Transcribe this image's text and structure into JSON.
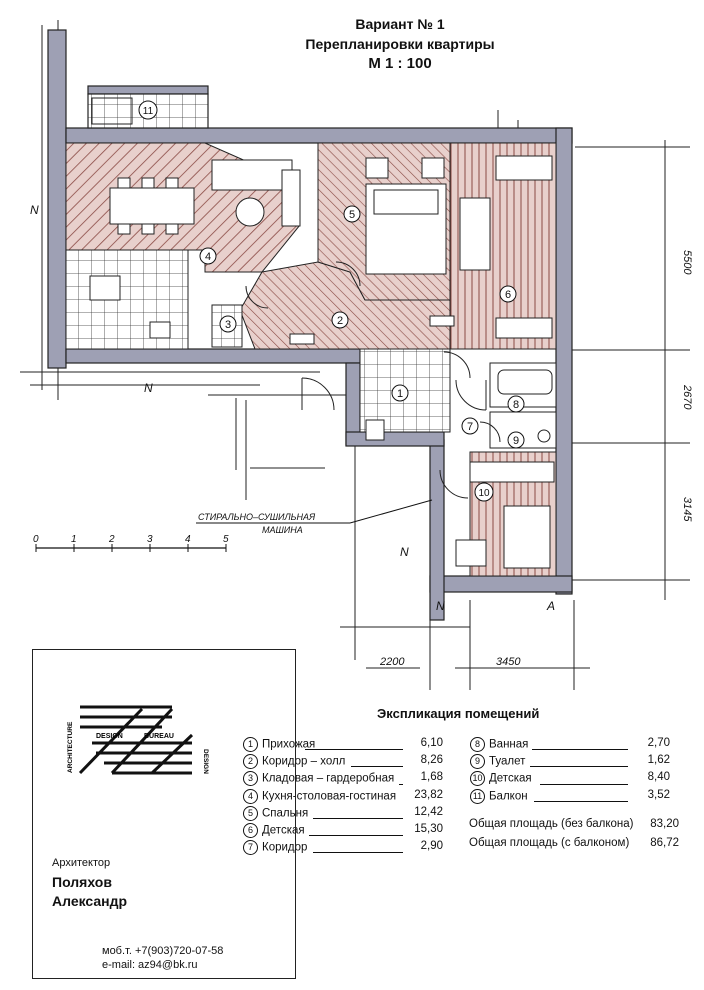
{
  "header": {
    "line1": "Вариант № 1",
    "line2": "Перепланировки квартиры",
    "line3": "М 1 : 100"
  },
  "plan": {
    "room_numbers": [
      "1",
      "2",
      "3",
      "4",
      "5",
      "6",
      "7",
      "8",
      "9",
      "10",
      "11"
    ],
    "dimensions": {
      "right_top": "5500",
      "right_middle": "2670",
      "right_bottom": "3145",
      "bottom_left": "2200",
      "bottom_right": "3450"
    },
    "scale_ticks": [
      "0",
      "1",
      "2",
      "3",
      "4",
      "5"
    ],
    "axis_marks": {
      "left": "N",
      "mid_left": "N",
      "mid_right": "N",
      "bottom": "N",
      "bottom_right": "A"
    },
    "annotation": [
      "СТИРАЛЬНО–СУШИЛЬНАЯ",
      "МАШИНА"
    ],
    "colors": {
      "hatch_fill": "#e8d0cc",
      "hatch_line": "#8a4a44",
      "wall_fill": "#9ea0b4",
      "tile_line": "#333333",
      "ink": "#111111"
    }
  },
  "legend": {
    "title": "Экспликация помещений",
    "left": [
      {
        "num": "1",
        "name": "Прихожая",
        "area": "6,10"
      },
      {
        "num": "2",
        "name": "Коридор – холл",
        "area": "8,26"
      },
      {
        "num": "3",
        "name": "Кладовая – гардеробная",
        "area": "1,68"
      },
      {
        "num": "4",
        "name": "Кухня-столовая-гостиная",
        "area": "23,82"
      },
      {
        "num": "5",
        "name": "Спальня",
        "area": "12,42"
      },
      {
        "num": "6",
        "name": "Детская",
        "area": "15,30"
      },
      {
        "num": "7",
        "name": "Коридор",
        "area": "2,90"
      }
    ],
    "right": [
      {
        "num": "8",
        "name": "Ванная",
        "area": "2,70"
      },
      {
        "num": "9",
        "name": "Туалет",
        "area": "1,62"
      },
      {
        "num": "10",
        "name": "Детская",
        "area": "8,40"
      },
      {
        "num": "11",
        "name": "Балкон",
        "area": "3,52"
      }
    ],
    "totals": [
      {
        "label": "Общая площадь (без балкона)",
        "area": "83,20"
      },
      {
        "label": "Общая площадь (с балконом)",
        "area": "86,72"
      }
    ]
  },
  "stamp": {
    "logo_text_side": "ARCHITECTURE",
    "logo_text_design": "DESIGN",
    "logo_text_bureau": "BUREAU",
    "logo_text_right": "DESIGN",
    "role": "Архитектор",
    "surname": "Поляхов",
    "firstname": "Александр",
    "phone": "моб.т. +7(903)720-07-58",
    "email": "e-mail: az94@bk.ru"
  }
}
